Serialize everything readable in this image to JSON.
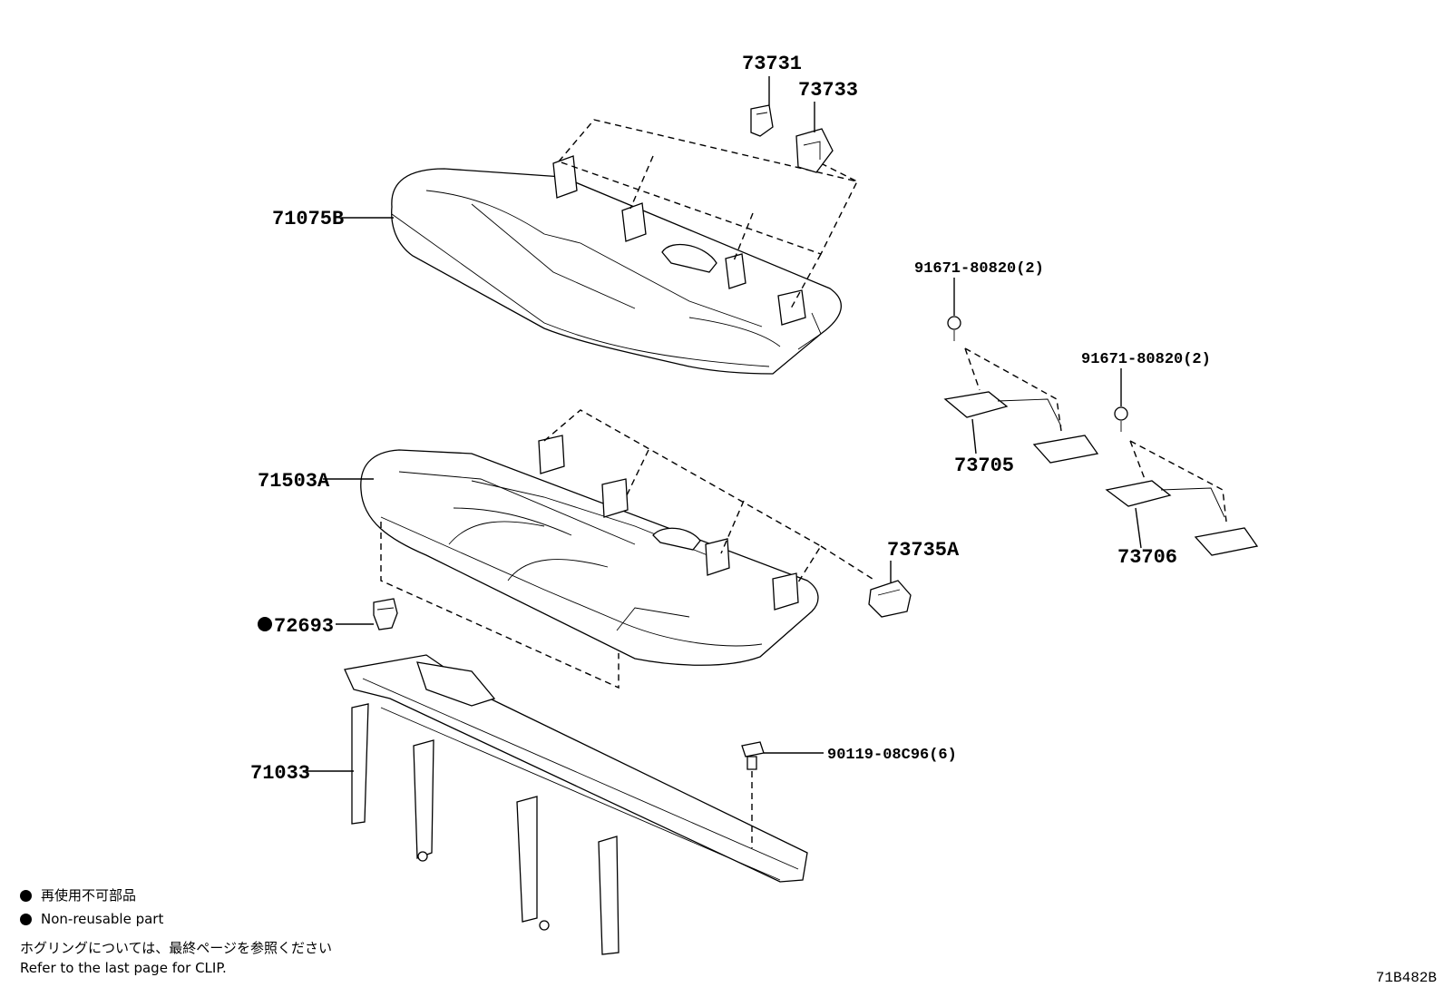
{
  "callouts": {
    "c73731": "73731",
    "c73733": "73733",
    "c71075B": "71075B",
    "c91671a": "91671-80820(2)",
    "c91671b": "91671-80820(2)",
    "c73705": "73705",
    "c71503A": "71503A",
    "c73735A": "73735A",
    "c73706": "73706",
    "c72693": "72693",
    "c71033": "71033",
    "c90119": "90119-08C96(6)"
  },
  "legend": {
    "non_reusable_jp": "再使用不可部品",
    "non_reusable_en": "Non-reusable part",
    "clip_note_jp": "ホグリングについては、最終ページを参照ください",
    "clip_note_en": "Refer to the last page for CLIP."
  },
  "diagram_code": "71B482B"
}
